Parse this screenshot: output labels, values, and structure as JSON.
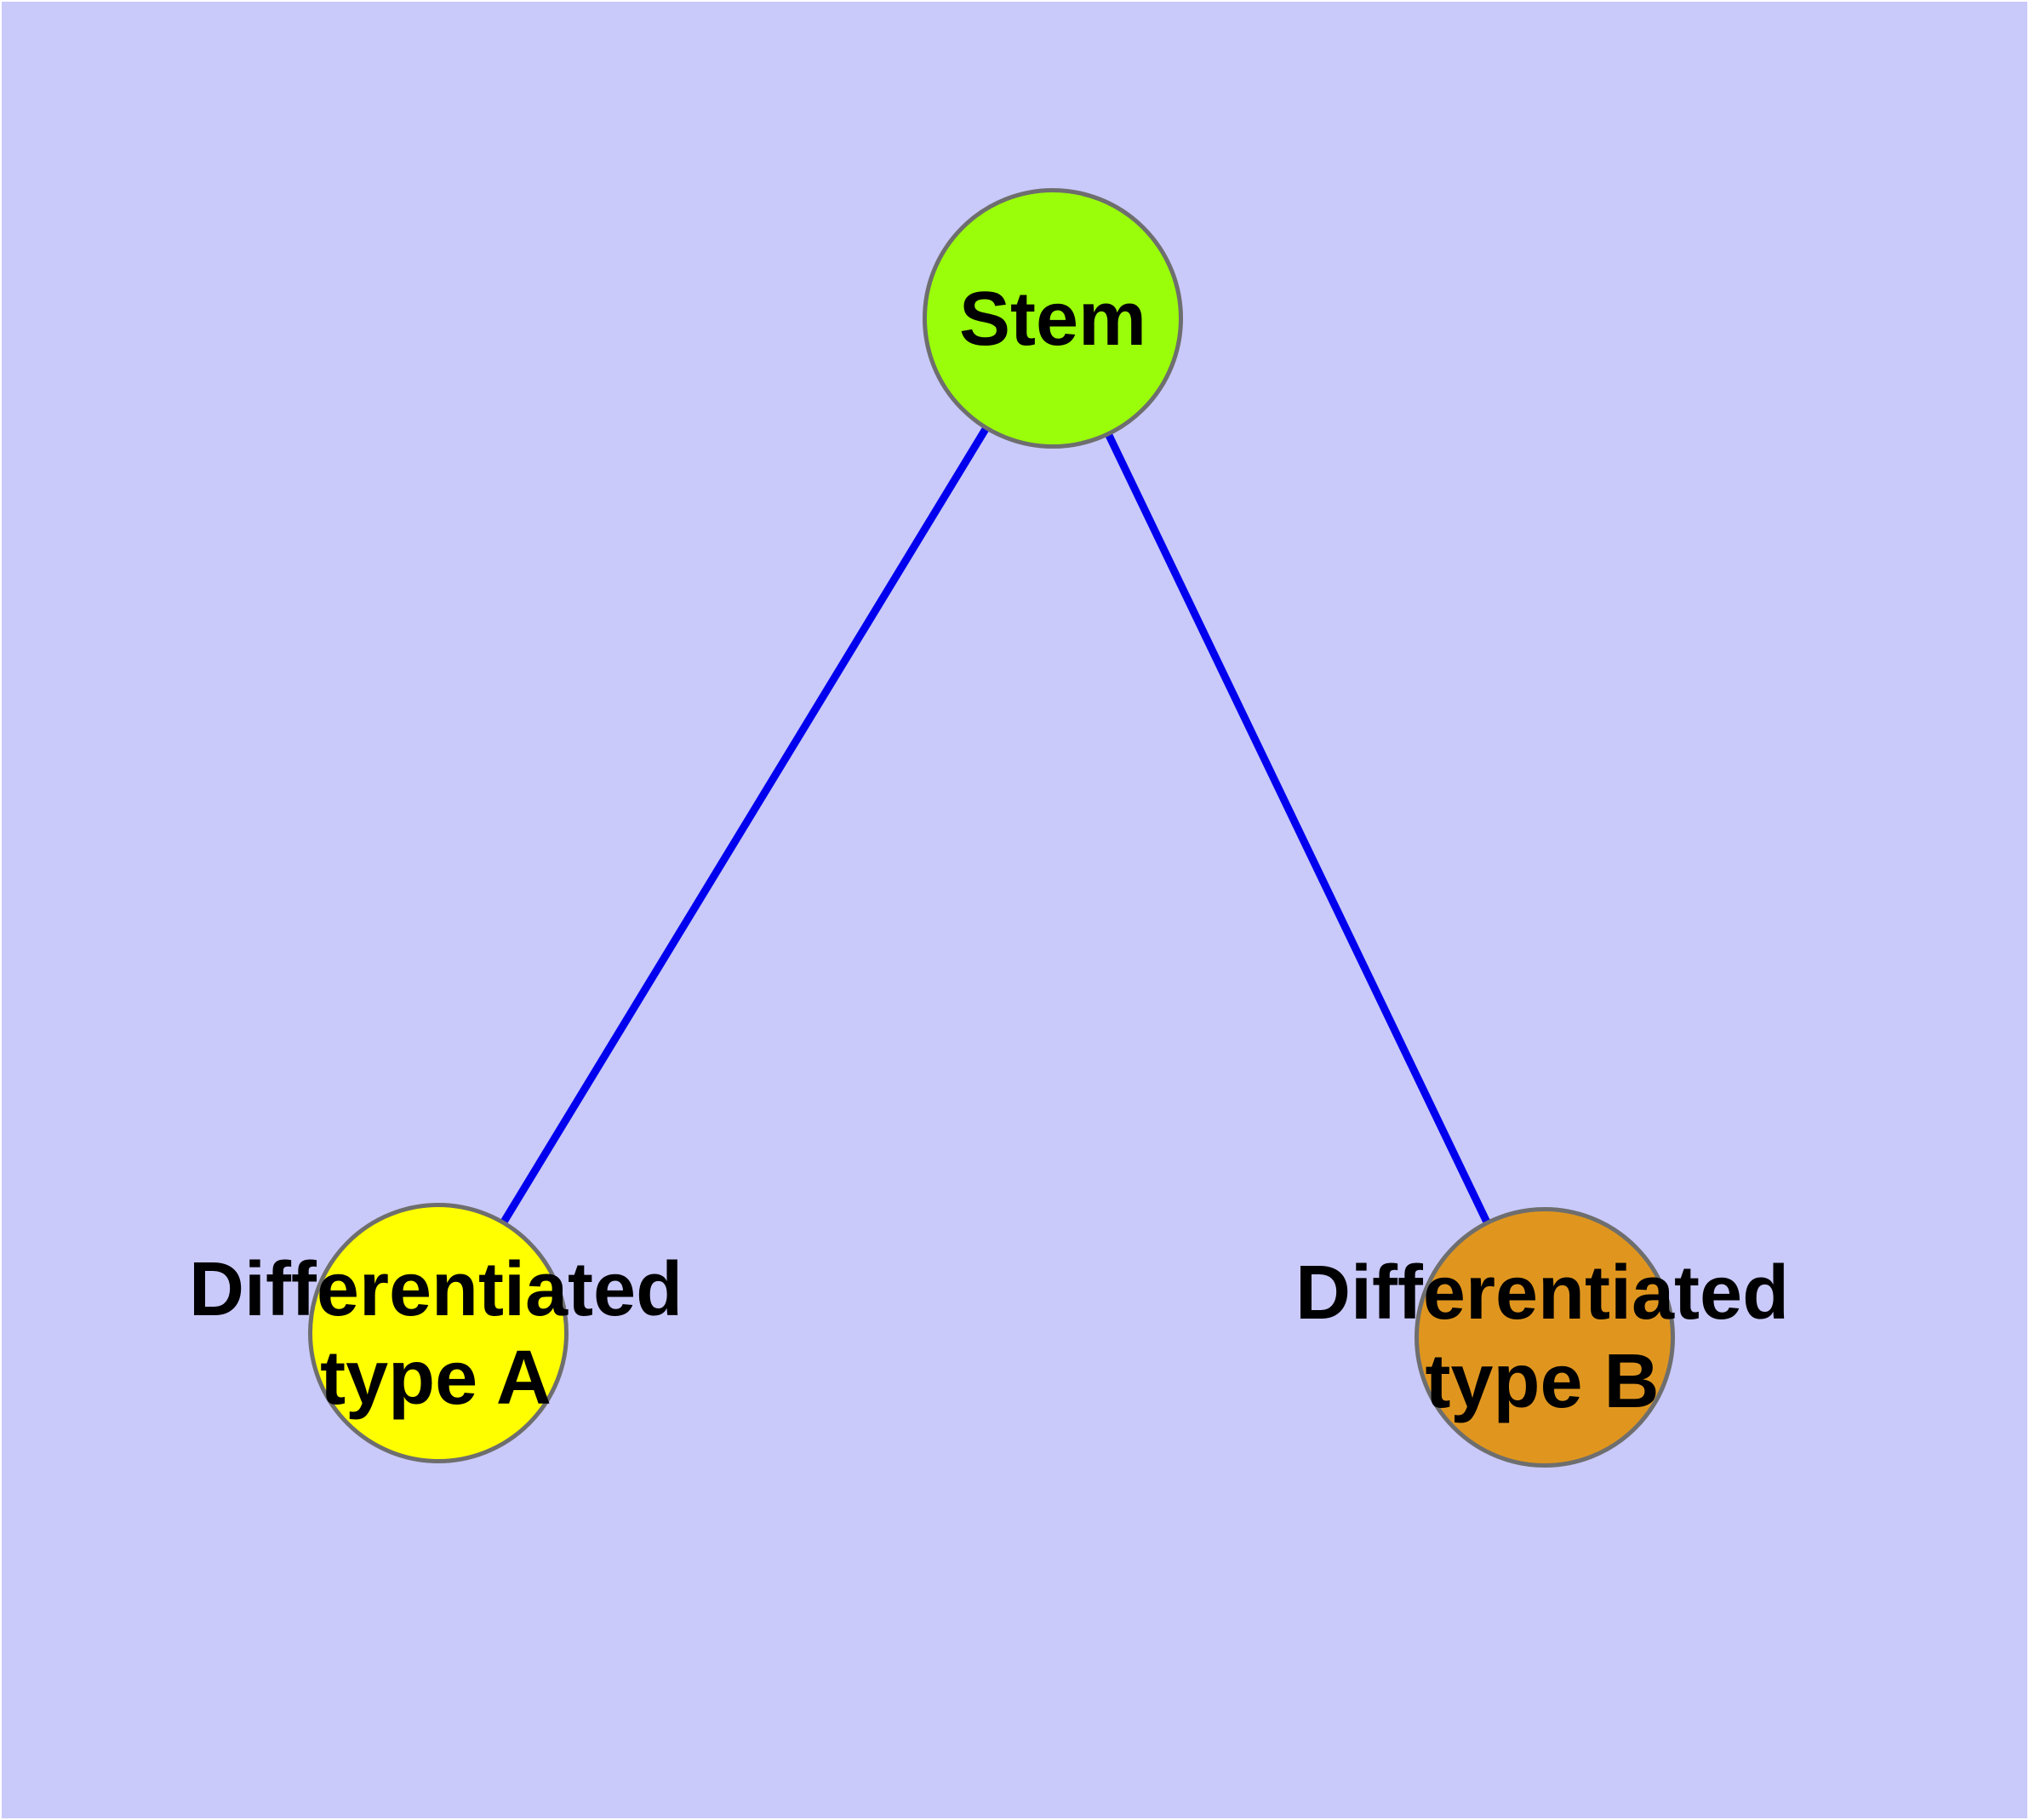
{
  "diagram": {
    "type": "graph",
    "background_color": "#C9C9FA",
    "node_border_color": "#6E6E6E",
    "edge_color": "#0000EE",
    "label_color": "#000000",
    "nodes": [
      {
        "id": "stem",
        "label": "Stem",
        "lines": [
          "Stem"
        ],
        "fill_color": "#9AFE0A"
      },
      {
        "id": "differentiated-type-a",
        "label": "Differentiated type A",
        "lines": [
          "Differentiated",
          "type A"
        ],
        "fill_color": "#FFFF00"
      },
      {
        "id": "differentiated-type-b",
        "label": "Differentiated type B",
        "lines": [
          "Differentiated",
          "type B"
        ],
        "fill_color": "#E0961E"
      }
    ],
    "edges": [
      {
        "from": "stem",
        "to": "differentiated-type-a"
      },
      {
        "from": "stem",
        "to": "differentiated-type-b"
      }
    ]
  }
}
